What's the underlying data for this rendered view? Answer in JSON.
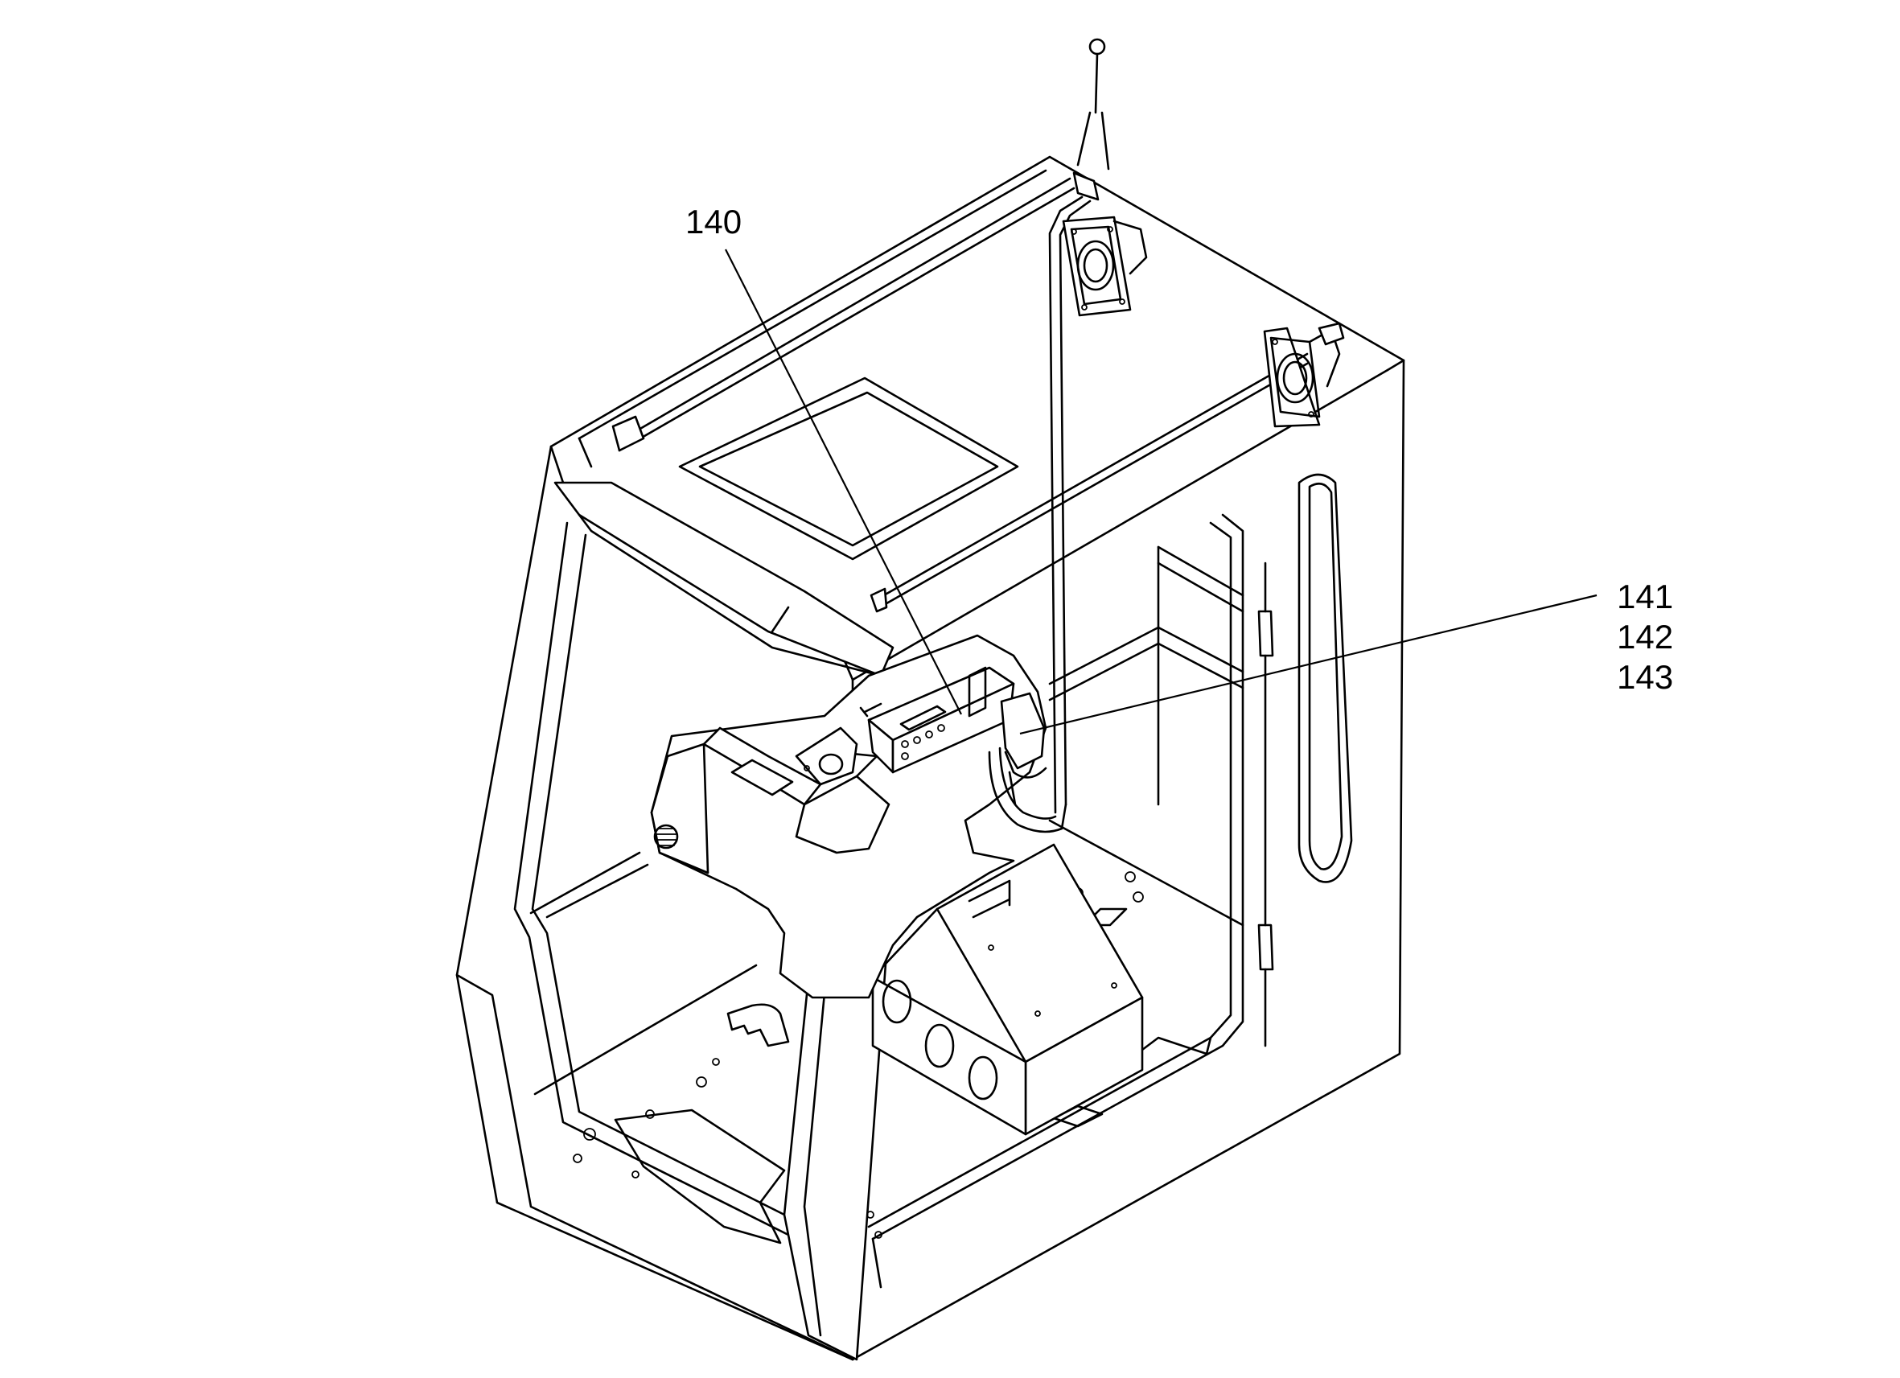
{
  "callouts": [
    {
      "id": "c140",
      "label": "140"
    },
    {
      "id": "c141",
      "label": "141"
    },
    {
      "id": "c142",
      "label": "142"
    },
    {
      "id": "c143",
      "label": "143"
    }
  ],
  "colors": {
    "line": "#000000",
    "background": "#ffffff"
  }
}
